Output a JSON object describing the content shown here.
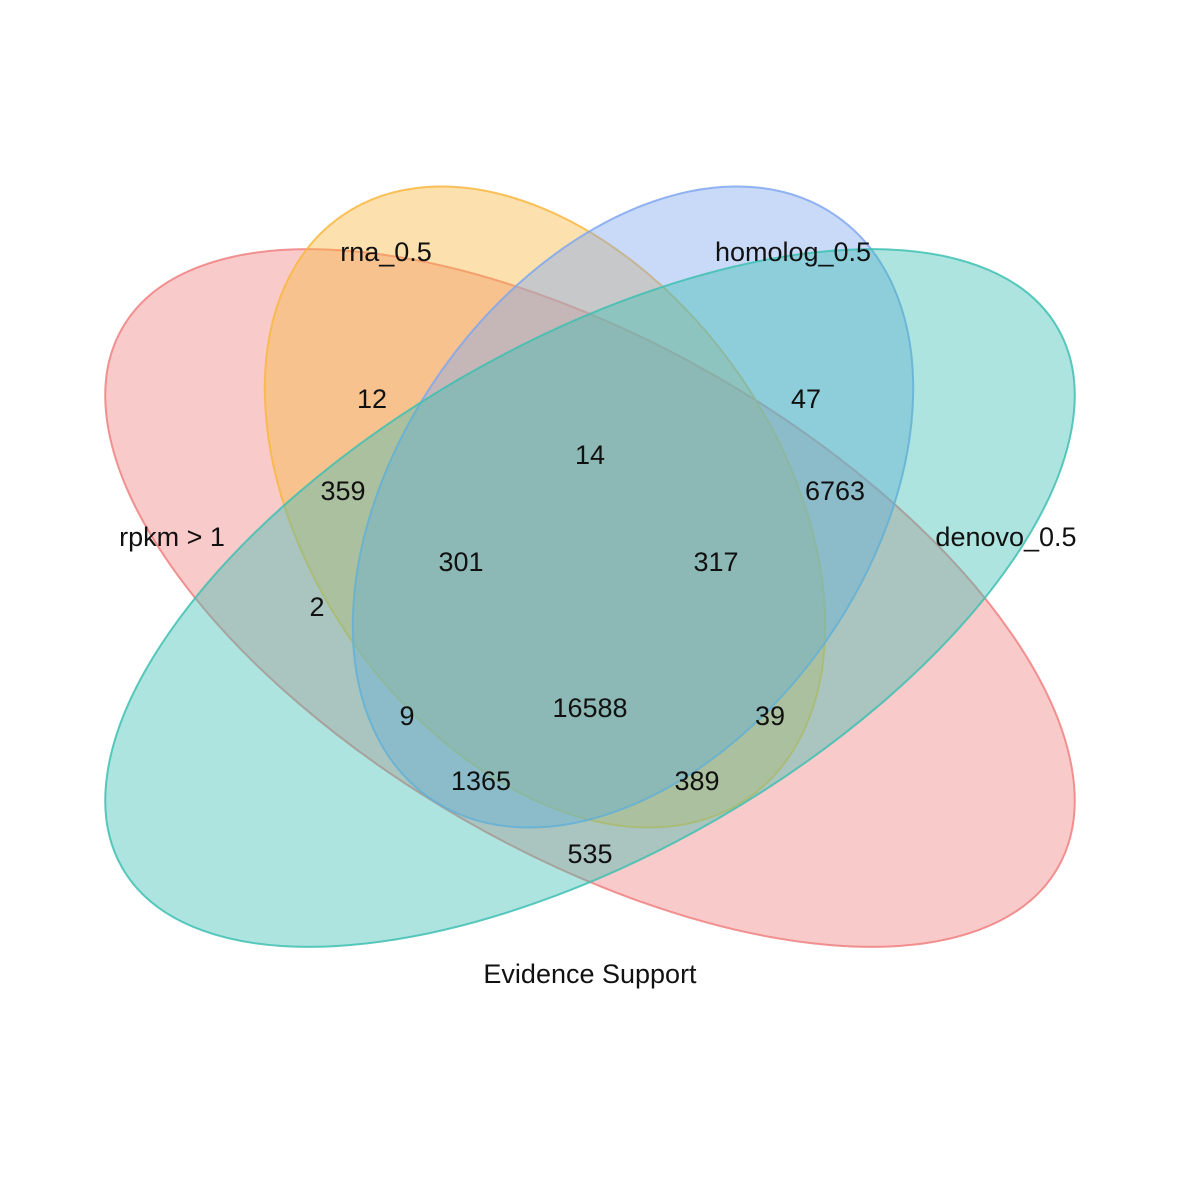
{
  "title": "Evidence Support",
  "sets": [
    {
      "name": "rpkm > 1",
      "color": "#F08080"
    },
    {
      "name": "rna_0.5",
      "color": "#F9B73F"
    },
    {
      "name": "homolog_0.5",
      "color": "#7FA7EF"
    },
    {
      "name": "denovo_0.5",
      "color": "#3EBFB2"
    }
  ],
  "regions": [
    {
      "sets": [
        "rna_0.5"
      ],
      "count": "12"
    },
    {
      "sets": [
        "homolog_0.5"
      ],
      "count": "47"
    },
    {
      "sets": [
        "rna_0.5",
        "homolog_0.5"
      ],
      "count": "14"
    },
    {
      "sets": [
        "rpkm > 1",
        "rna_0.5"
      ],
      "count": "359"
    },
    {
      "sets": [
        "homolog_0.5",
        "denovo_0.5"
      ],
      "count": "6763"
    },
    {
      "sets": [
        "rpkm > 1"
      ],
      "count": "2"
    },
    {
      "sets": [
        "rpkm > 1",
        "rna_0.5",
        "homolog_0.5"
      ],
      "count": "301"
    },
    {
      "sets": [
        "rna_0.5",
        "homolog_0.5",
        "denovo_0.5"
      ],
      "count": "317"
    },
    {
      "sets": [
        "rpkm > 1",
        "rna_0.5",
        "homolog_0.5",
        "denovo_0.5"
      ],
      "count": "16588"
    },
    {
      "sets": [
        "rpkm > 1",
        "homolog_0.5"
      ],
      "count": "9"
    },
    {
      "sets": [
        "rna_0.5",
        "denovo_0.5"
      ],
      "count": "39"
    },
    {
      "sets": [
        "rpkm > 1",
        "homolog_0.5",
        "denovo_0.5"
      ],
      "count": "1365"
    },
    {
      "sets": [
        "rpkm > 1",
        "rna_0.5",
        "denovo_0.5"
      ],
      "count": "389"
    },
    {
      "sets": [
        "rpkm > 1",
        "denovo_0.5"
      ],
      "count": "535"
    }
  ]
}
